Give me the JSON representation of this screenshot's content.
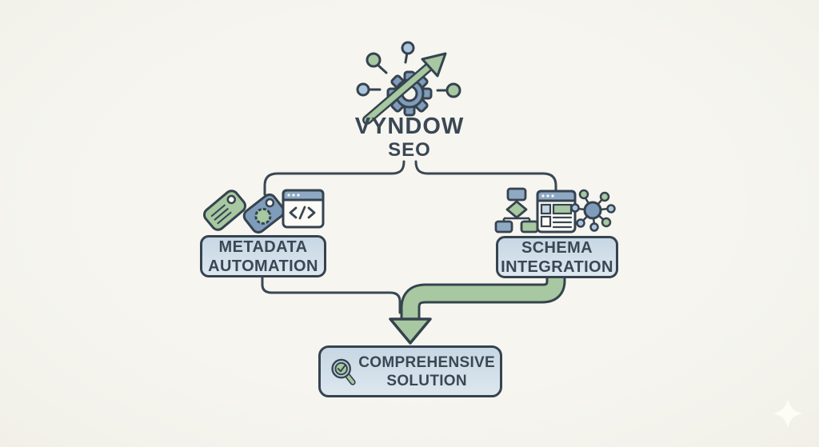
{
  "brand": {
    "name": "VYNDOW",
    "sub": "SEO",
    "logo_icon": "gear-growth-arrow-network-icon"
  },
  "nodes": {
    "metadata": {
      "line1": "METADATA",
      "line2": "AUTOMATION",
      "icons": [
        "tag-icon",
        "tag-gear-icon",
        "code-window-icon"
      ]
    },
    "schema": {
      "line1": "SCHEMA",
      "line2": "INTEGRATION",
      "icons": [
        "flowchart-icon",
        "webpage-icon",
        "network-hub-icon"
      ]
    },
    "solution": {
      "line1": "COMPREHENSIVE",
      "line2": "SOLUTION",
      "icon": "magnifier-check-icon"
    }
  },
  "connectors": {
    "split": "brand splits to metadata and schema",
    "merge": "metadata and schema merge into solution with green arrow"
  },
  "colors": {
    "background": "#f5f4ee",
    "outline_dark": "#36434f",
    "text_dark": "#3a4754",
    "gear_blue": "#7f9cba",
    "node_blue_light": "#abc6de",
    "accent_green": "#a7c8a0",
    "box_fill_top": "#c6d7e4",
    "box_fill_bottom": "#dde7ee",
    "sparkle": "#fdfcf7"
  },
  "decor": {
    "sparkle": "four-point-star-watermark"
  }
}
